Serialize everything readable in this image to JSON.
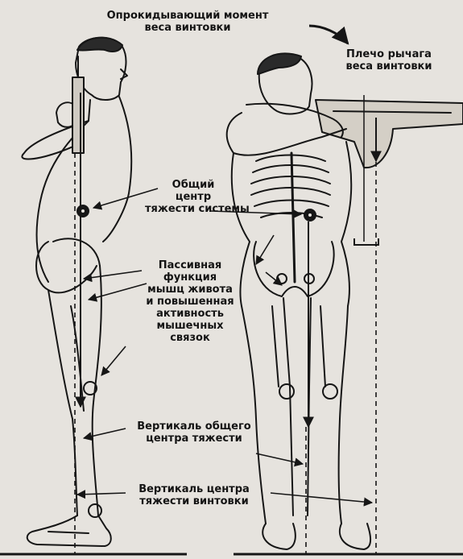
{
  "labels": {
    "overturning_moment": [
      "Опрокидывающий момент",
      "веса винтовки"
    ],
    "lever_arm": [
      "Плечо рычага",
      "веса винтовки"
    ],
    "center_of_gravity": [
      "Общий",
      "центр",
      "тяжести системы"
    ],
    "passive_function": [
      "Пассивная",
      "функция",
      "мышц живота",
      "и повышенная",
      "активность",
      "мышечных",
      "связок"
    ],
    "gravity_vertical": [
      "Вертикаль общего",
      "центра тяжести"
    ],
    "rifle_vertical": [
      "Вертикаль центра",
      "тяжести винтовки"
    ]
  },
  "colors": {
    "background": "#e6e3de",
    "ink": "#161616"
  }
}
